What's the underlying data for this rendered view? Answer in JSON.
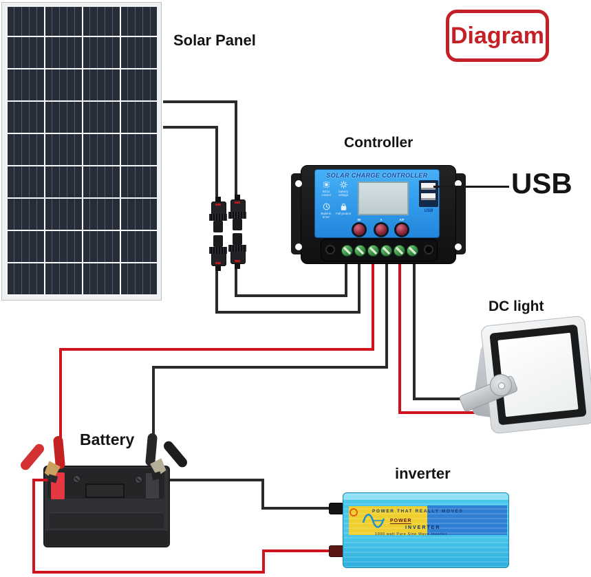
{
  "badge": {
    "label": "Diagram",
    "color": "#c32127"
  },
  "labels": {
    "solar_panel": "Solar Panel",
    "controller": "Controller",
    "usb": "USB",
    "dc_light": "DC light",
    "battery": "Battery",
    "inverter": "inverter"
  },
  "controller": {
    "title": "SOLAR CHARGE CONTROLLER",
    "features": [
      {
        "icon": "chip-icon",
        "label": "MCU control"
      },
      {
        "icon": "gear-icon",
        "label": "battery voltage"
      },
      {
        "icon": "clock-icon",
        "label": "Build-in timer"
      },
      {
        "icon": "lock-icon",
        "label": "Full protect"
      }
    ],
    "buttons": [
      {
        "label": "MI"
      },
      {
        "label": "A"
      },
      {
        "label": "A/F"
      }
    ],
    "usb_logo": "USB"
  },
  "inverter": {
    "slogan": "POWER THAT REALLY MOVES",
    "brand_line1": "POWER",
    "brand_line2": "INVERTER",
    "spec_line": "1000 watt Pure Sine Wave Inverter"
  },
  "colors": {
    "wire_black": "#2a2a2c",
    "wire_red": "#cf1420",
    "controller_blue": "#2f9df0",
    "inverter_cyan": "#3fc4ea",
    "inverter_yellow": "#efcf2d",
    "inverter_panel_blue": "#2f7fd4",
    "badge_red": "#c32127"
  }
}
